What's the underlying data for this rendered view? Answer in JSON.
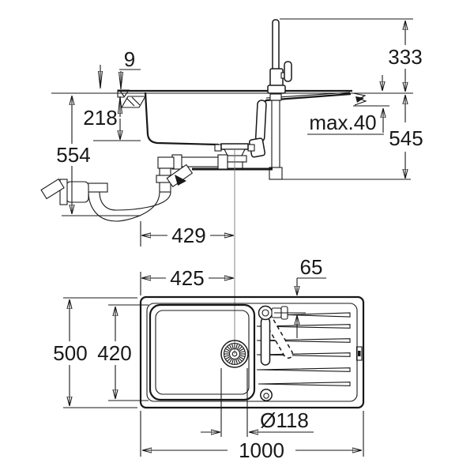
{
  "title": "kitchen-sink-installation-drawing",
  "side_view": {
    "dims": {
      "rim_above_counter": "9",
      "faucet_height_above_counter": "333",
      "bowl_depth": "218",
      "max_counter_thickness": "max.40",
      "depth_below_counter_right": "545",
      "depth_below_counter_left": "554",
      "drain_offset_from_left": "429"
    }
  },
  "plan_view": {
    "dims": {
      "drain_center_from_left": "425",
      "faucet_center_from_edge": "65",
      "overall_width": "500",
      "bowl_width": "420",
      "drain_diameter": "Ø118",
      "overall_length": "1000"
    }
  },
  "colors": {
    "line": "#181818",
    "background": "#ffffff"
  }
}
